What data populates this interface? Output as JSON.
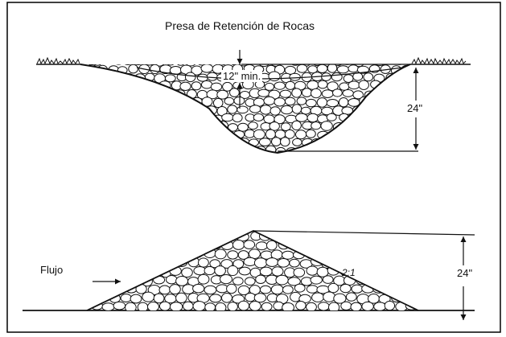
{
  "title": "Presa de Retención de Rocas",
  "labels": {
    "min_depth": "12\" min.",
    "height_top": "24\"",
    "flow": "Flujo",
    "slope": "2:1",
    "height_bottom": "24\""
  },
  "colors": {
    "line": "#111111",
    "stone_fill": "#ffffff",
    "border": "#000000"
  }
}
